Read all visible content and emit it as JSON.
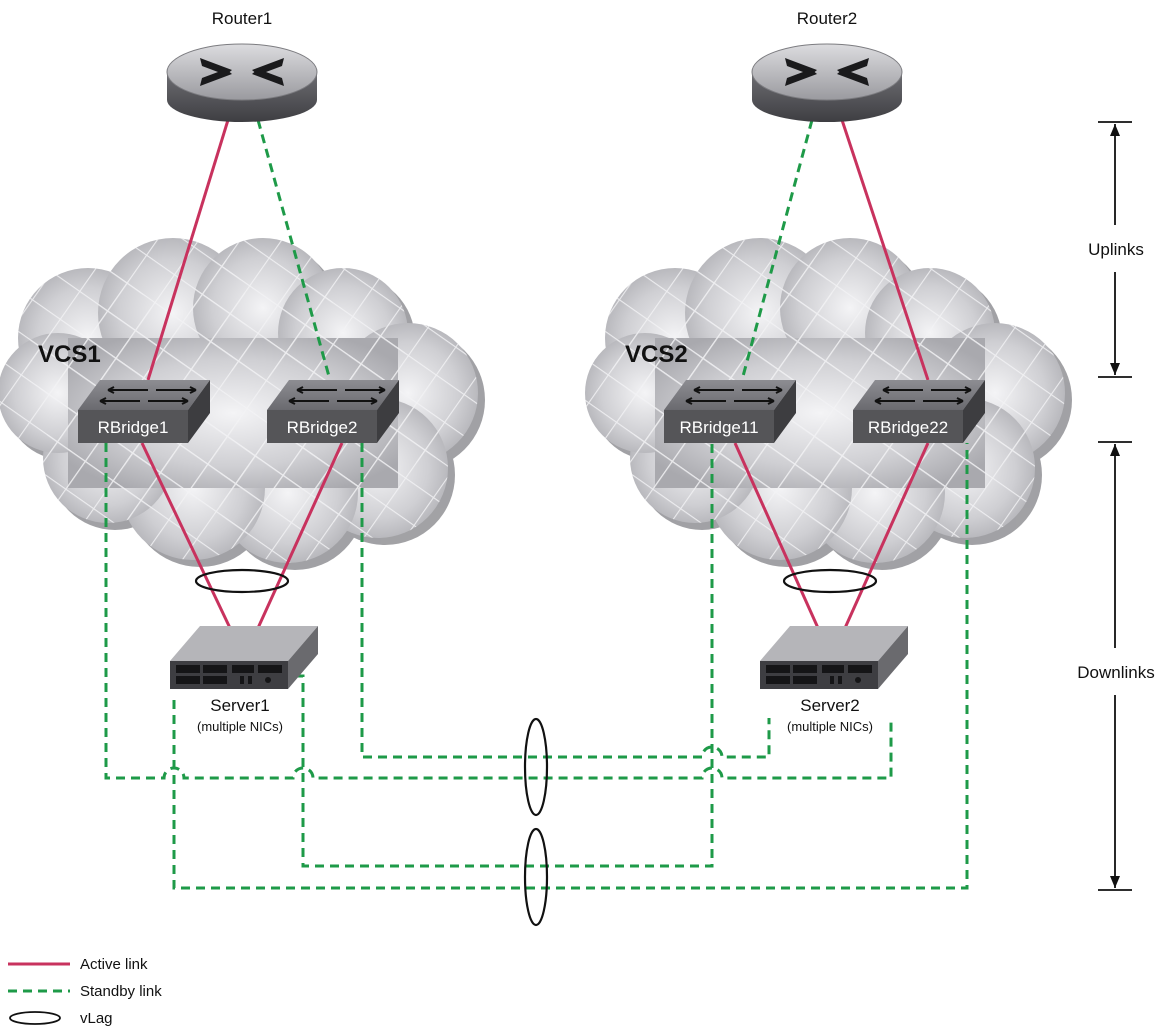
{
  "colors": {
    "active": "#c8325e",
    "standby": "#1e9a48",
    "cloud": "#c8c8cc",
    "device": "#555558"
  },
  "routers": [
    {
      "label": "Router1"
    },
    {
      "label": "Router2"
    }
  ],
  "clouds": [
    {
      "label": "VCS1"
    },
    {
      "label": "VCS2"
    }
  ],
  "rbridges": [
    {
      "label": "RBridge1"
    },
    {
      "label": "RBridge2"
    },
    {
      "label": "RBridge11"
    },
    {
      "label": "RBridge22"
    }
  ],
  "servers": [
    {
      "label": "Server1",
      "sublabel": "(multiple NICs)"
    },
    {
      "label": "Server2",
      "sublabel": "(multiple NICs)"
    }
  ],
  "scale": {
    "uplinks": "Uplinks",
    "downlinks": "Downlinks"
  },
  "legend": {
    "active": "Active link",
    "standby": "Standby link",
    "vlag": "vLag"
  }
}
